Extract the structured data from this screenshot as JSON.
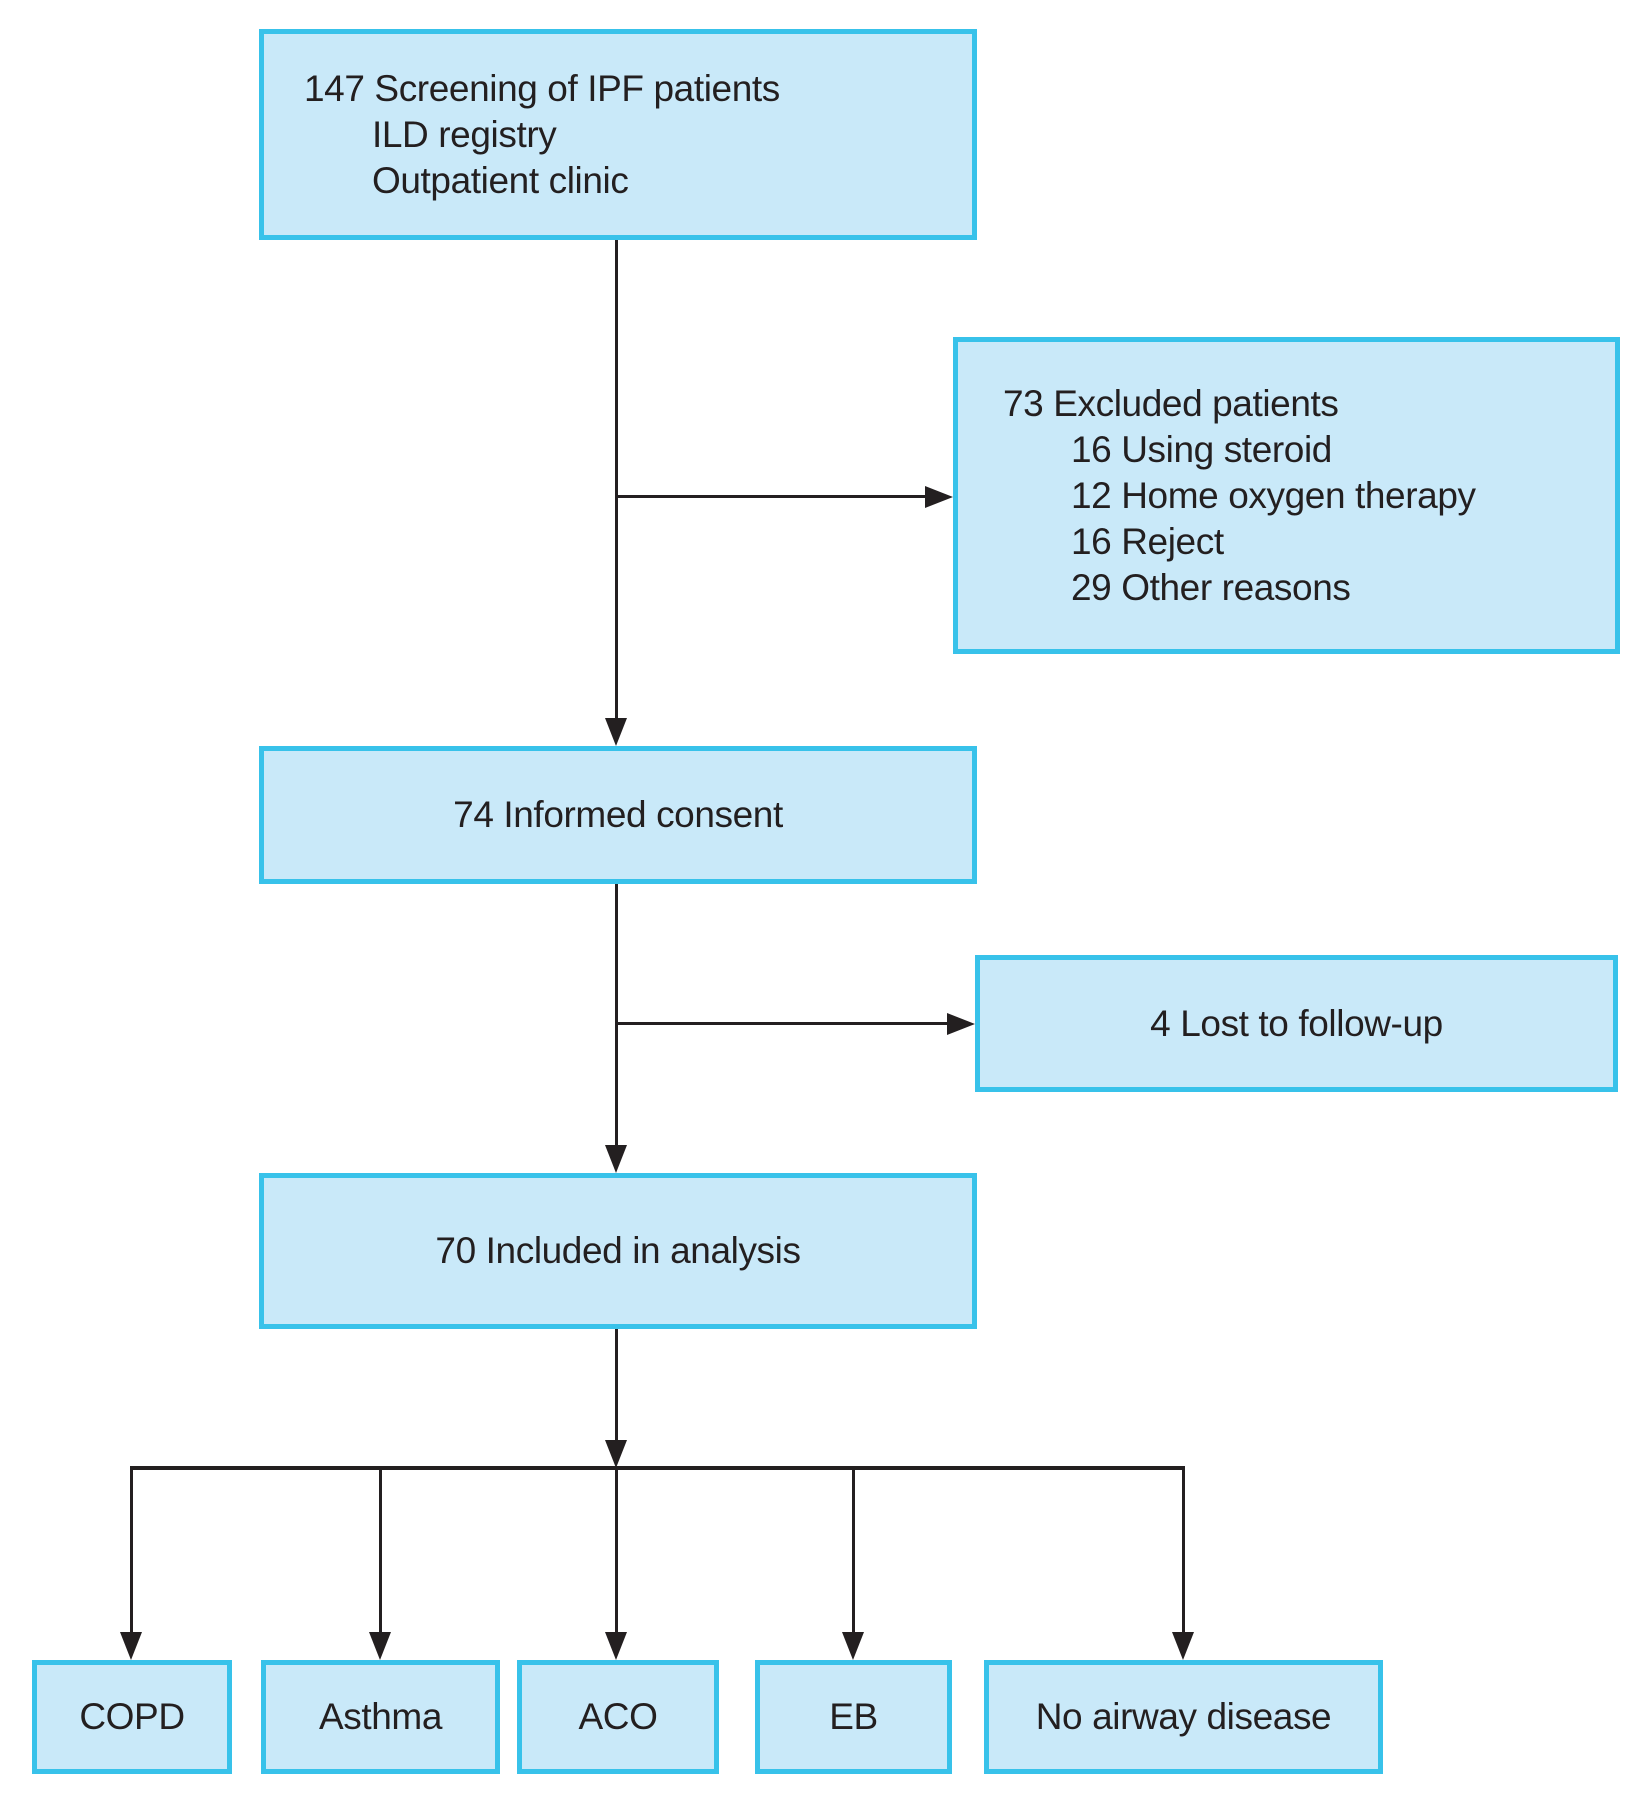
{
  "figure": {
    "type": "patient-flow-diagram",
    "description": "Study enrollment flowchart of IPF patients"
  },
  "colors": {
    "box_fill": "#c9e9f9",
    "box_border": "#38c2ea",
    "line": "#231f20",
    "text": "#231f20",
    "background": "#ffffff"
  },
  "boxes": {
    "screening": {
      "lines": [
        "147 Screening of IPF patients",
        "ILD registry",
        "Outpatient clinic"
      ]
    },
    "excluded": {
      "lines": [
        "73 Excluded patients",
        "16 Using steroid",
        "12 Home oxygen therapy",
        "16 Reject",
        "29 Other reasons"
      ]
    },
    "consent": {
      "label": "74 Informed consent"
    },
    "lost": {
      "label": "4 Lost to follow-up"
    },
    "included": {
      "label": "70 Included in analysis"
    },
    "outcomes": [
      {
        "label": "COPD"
      },
      {
        "label": "Asthma"
      },
      {
        "label": "ACO"
      },
      {
        "label": "EB"
      },
      {
        "label": "No airway disease"
      }
    ]
  }
}
